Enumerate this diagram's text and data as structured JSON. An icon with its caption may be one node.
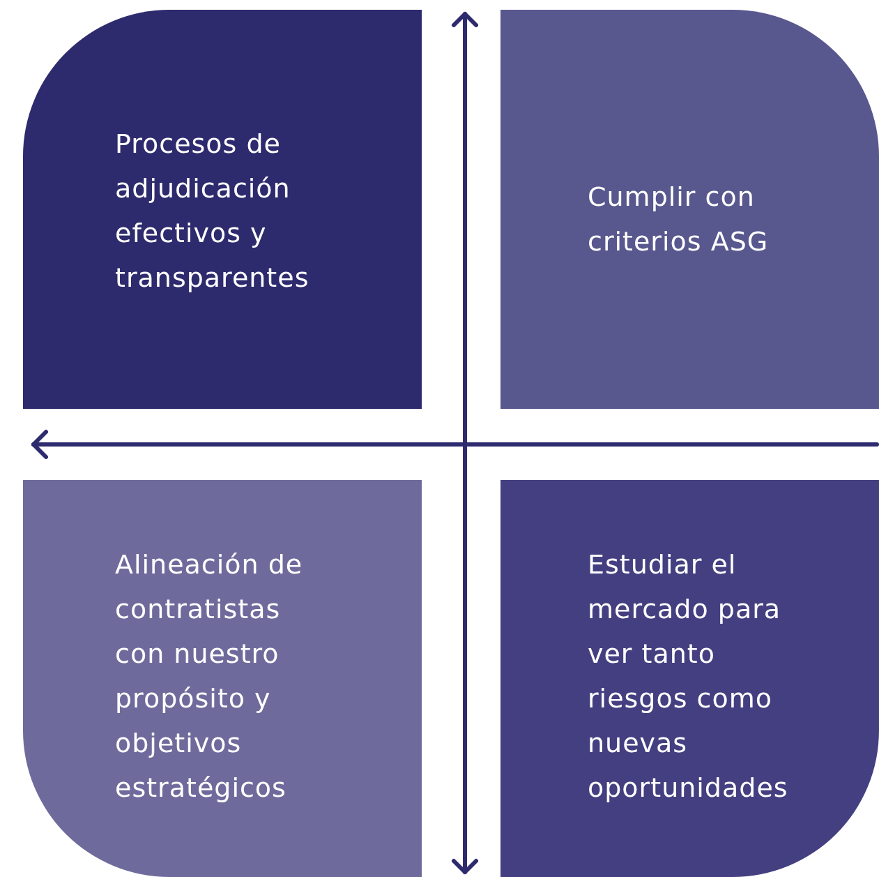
{
  "diagram": {
    "nodes": [
      {
        "text": [
          "Procesos de adjudicación efectivos y transparentes"
        ]
      },
      {
        "text": [
          "Cumplir con criterios ASG"
        ]
      },
      {
        "text": [
          "Alineación de contratistas con nuestro propósito y objetivos estratégicos"
        ]
      },
      {
        "text": [
          "Estudiar el mercado para ver tanto riesgos como nuevas oportunidades"
        ]
      }
    ]
  }
}
